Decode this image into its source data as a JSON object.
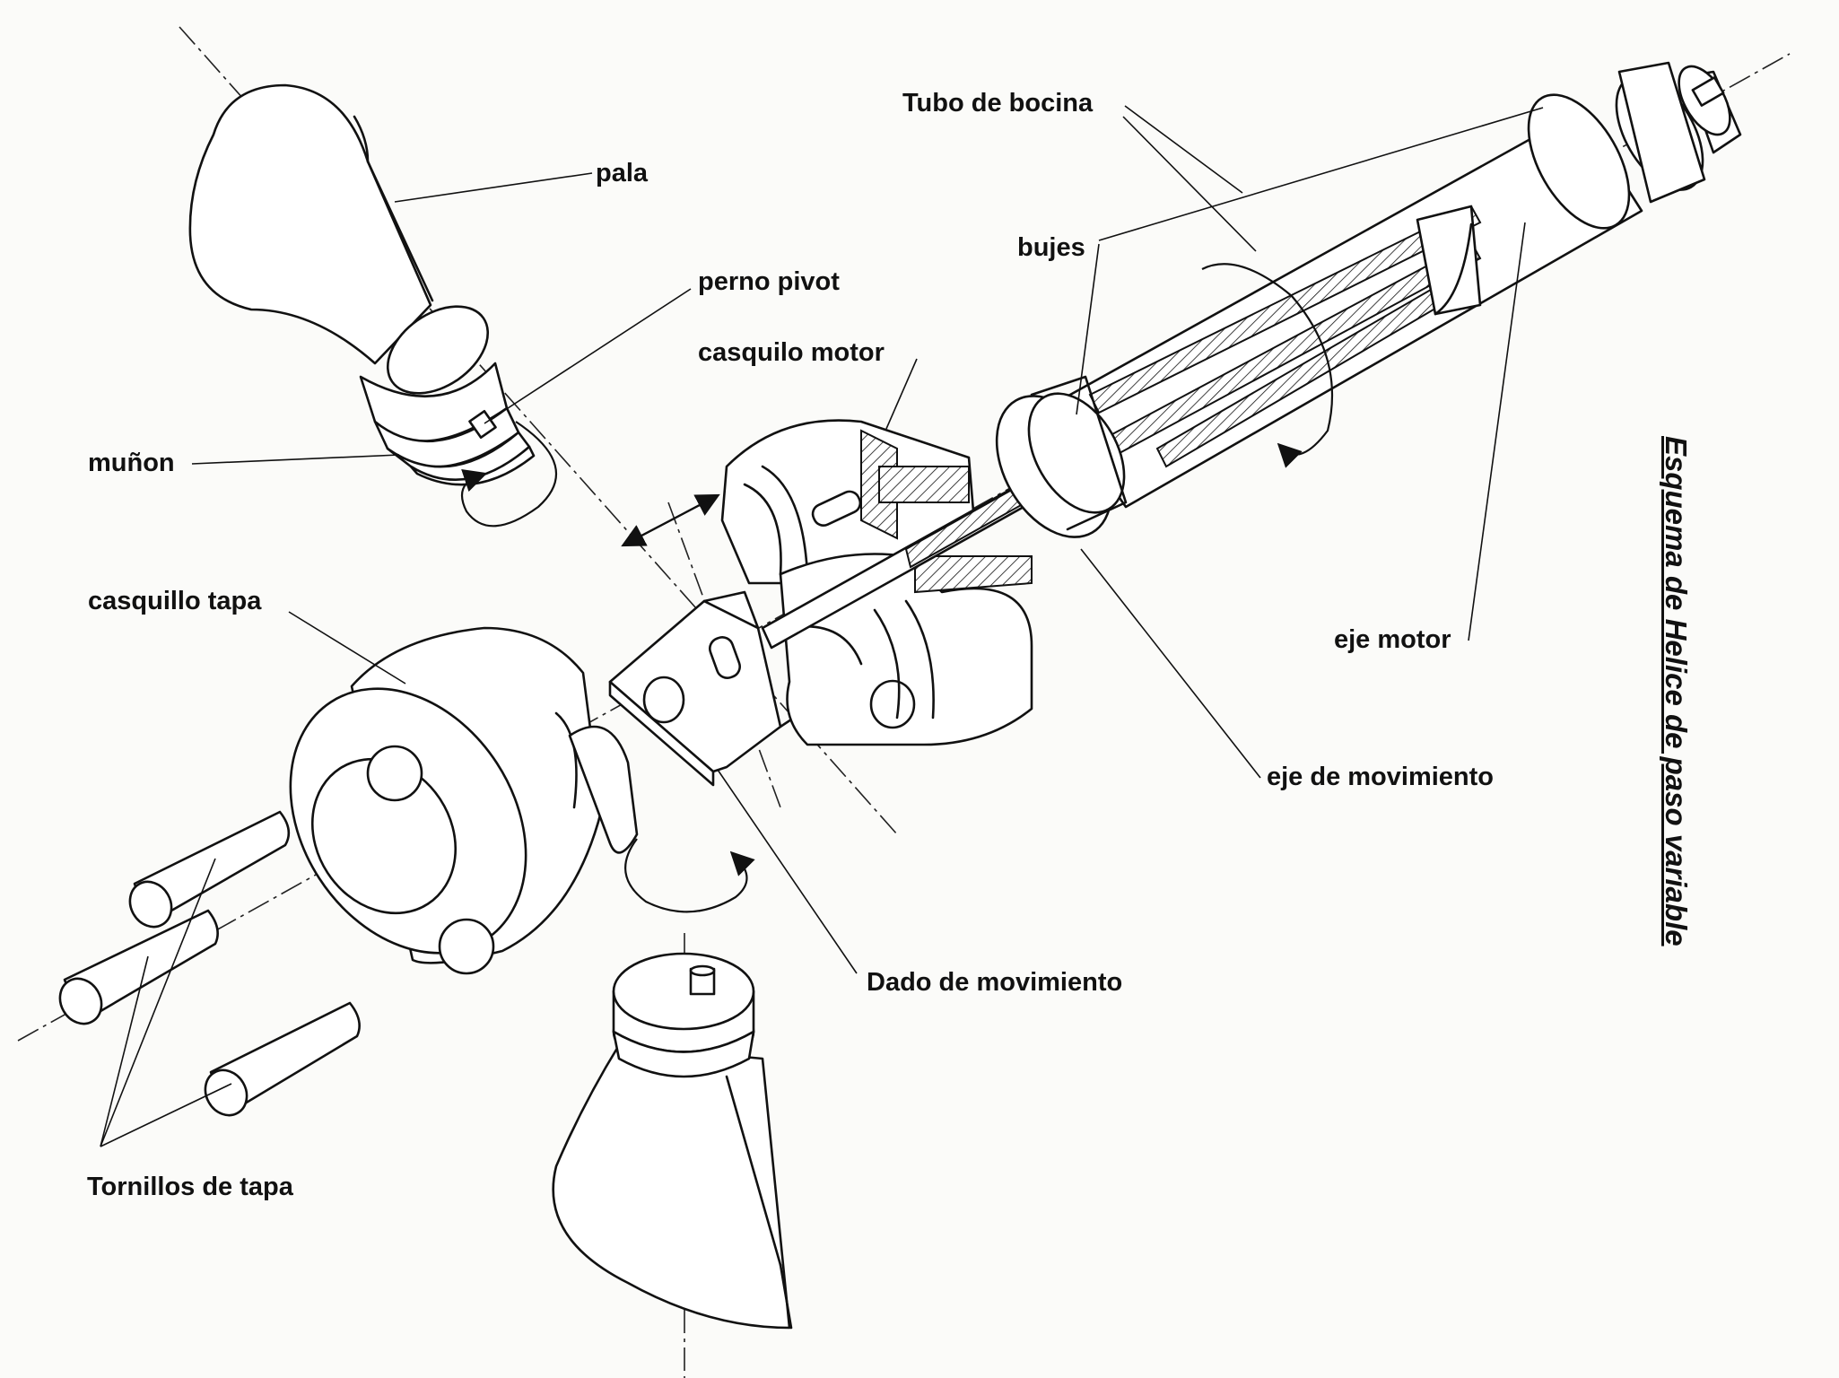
{
  "title": "Esquema de Helice de paso variable",
  "labels": {
    "pala": "pala",
    "perno_pivot": "perno pivot",
    "munon": "muñon",
    "casquilo_motor": "casquilo motor",
    "casquillo_tapa": "casquillo tapa",
    "tubo_de_bocina": "Tubo de bocina",
    "bujes": "bujes",
    "eje_motor": "eje motor",
    "eje_de_movimiento": "eje de movimiento",
    "dado_de_movimiento": "Dado de movimiento",
    "tornillos_de_tapa": "Tornillos de tapa"
  },
  "colors": {
    "ink": "#111111",
    "paper": "#fbfbf9"
  }
}
